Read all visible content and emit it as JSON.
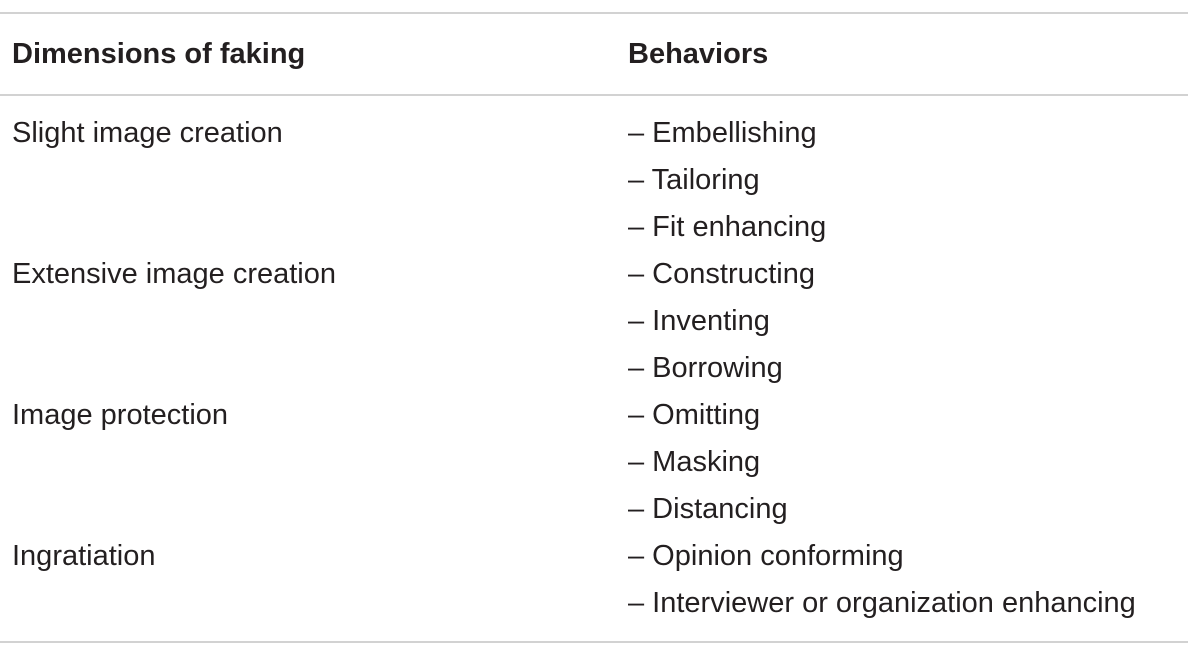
{
  "table": {
    "headers": {
      "dimension": "Dimensions of faking",
      "behaviors": "Behaviors"
    },
    "rows": [
      {
        "dimension": "Slight image creation",
        "behaviors": [
          "– Embellishing",
          "– Tailoring",
          "– Fit enhancing"
        ]
      },
      {
        "dimension": "Extensive image creation",
        "behaviors": [
          "– Constructing",
          "– Inventing",
          "– Borrowing"
        ]
      },
      {
        "dimension": "Image protection",
        "behaviors": [
          "– Omitting",
          "– Masking",
          "– Distancing"
        ]
      },
      {
        "dimension": "Ingratiation",
        "behaviors": [
          "– Opinion conforming",
          "– Interviewer or organization enhancing"
        ]
      }
    ]
  }
}
